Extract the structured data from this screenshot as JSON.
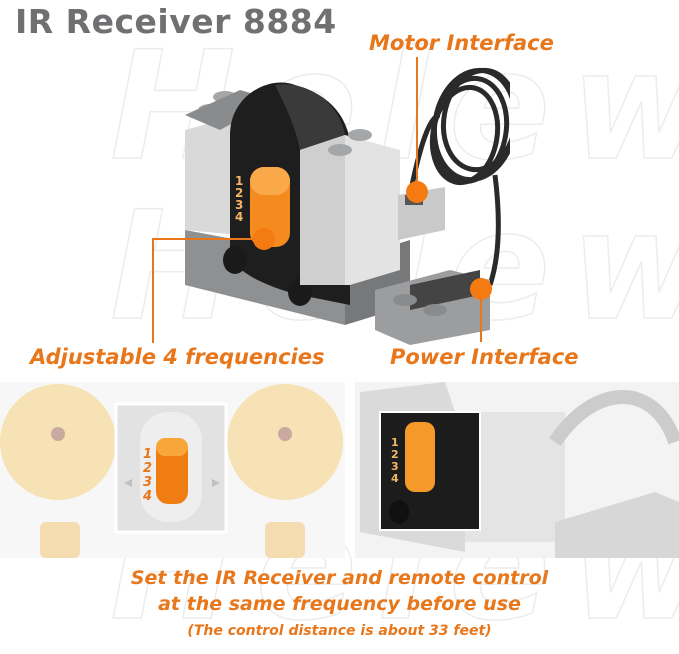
{
  "title": "IR Receiver 8884",
  "watermark": "Helew",
  "callouts": {
    "motor_interface": "Motor Interface",
    "adjustable_frequencies": "Adjustable 4 frequencies",
    "power_interface": "Power Interface"
  },
  "frequency_channels": [
    "1",
    "2",
    "3",
    "4"
  ],
  "instructions": {
    "line1": "Set the IR Receiver and remote control",
    "line2": "at the same frequency before use",
    "note": "(The control distance is about 33 feet)"
  },
  "colors": {
    "accent_orange": "#e8761a",
    "title_gray": "#6f7072",
    "brick_light_gray": "#dcdcdc",
    "brick_dark_gray": "#8a8b8d",
    "black_housing": "#1e1e1e",
    "switch_orange": "#f58a1f"
  }
}
